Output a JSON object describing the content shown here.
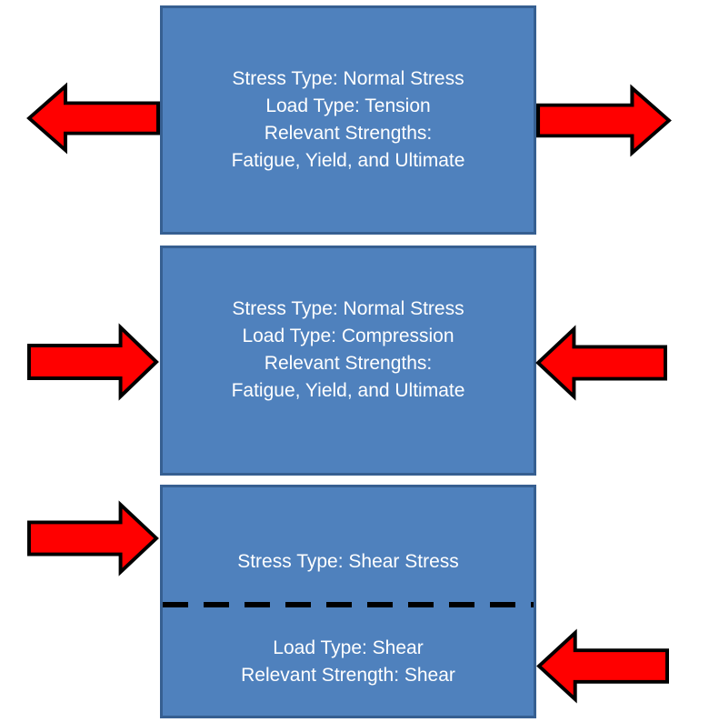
{
  "diagram": {
    "colors": {
      "background": "#FFFFFF",
      "box_fill": "#4F81BD",
      "box_border": "#365F91",
      "text": "#FFFFFF",
      "arrow_fill": "#FF0000",
      "arrow_outline": "#000000",
      "dashed_line": "#000000"
    },
    "boxes": [
      {
        "id": "tension",
        "lines": [
          "Stress Type: Normal Stress",
          "Load Type: Tension",
          "Relevant Strengths:",
          "Fatigue, Yield, and Ultimate"
        ],
        "arrows": [
          {
            "side": "left",
            "direction": "left"
          },
          {
            "side": "right",
            "direction": "right"
          }
        ]
      },
      {
        "id": "compression",
        "lines": [
          "Stress Type: Normal Stress",
          "Load Type: Compression",
          "Relevant Strengths:",
          "Fatigue, Yield, and Ultimate"
        ],
        "arrows": [
          {
            "side": "left",
            "direction": "right"
          },
          {
            "side": "right",
            "direction": "left"
          }
        ]
      },
      {
        "id": "shear",
        "top_lines": [
          "Stress Type: Shear Stress"
        ],
        "bottom_lines": [
          "Load Type: Shear",
          "Relevant Strength: Shear"
        ],
        "arrows": [
          {
            "side": "left-upper",
            "direction": "right"
          },
          {
            "side": "right-lower",
            "direction": "left"
          }
        ]
      }
    ]
  }
}
